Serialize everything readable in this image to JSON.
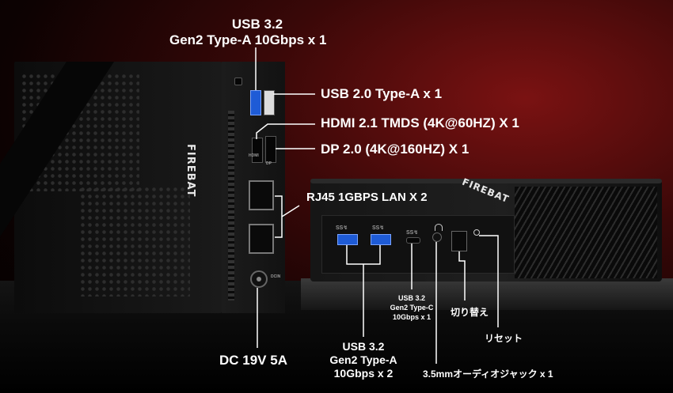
{
  "brand": "FIREBAT",
  "front_port_labels": {
    "hdmi": "HDMI",
    "dp": "DP",
    "dc": "DCIN"
  },
  "back_port_labels": {
    "usb_a_1": "SS↯",
    "usb_a_2": "SS↯",
    "usb_c": "SS↯"
  },
  "callouts": {
    "usb32_front_line1": "USB 3.2",
    "usb32_front_line2": "Gen2 Type-A 10Gbps x 1",
    "usb20": "USB 2.0 Type-A x 1",
    "hdmi": "HDMI 2.1 TMDS (4K@60HZ) X 1",
    "dp": "DP 2.0 (4K@160HZ) X 1",
    "rj45": "RJ45 1GBPS LAN X 2",
    "dc": "DC 19V 5A",
    "usb32_back_line1": "USB 3.2",
    "usb32_back_line2": "Gen2 Type-A",
    "usb32_back_line3": "10Gbps x 2",
    "usbc_line1": "USB 3.2",
    "usbc_line2": "Gen2 Type-C",
    "usbc_line3": "10Gbps x 1",
    "switch": "切り替え",
    "reset": "リセット",
    "audio": "3.5mmオーディオジャック x 1"
  },
  "colors": {
    "background_red": "#7a1212",
    "usb3_blue": "#1e5bd6",
    "text": "#ffffff"
  }
}
